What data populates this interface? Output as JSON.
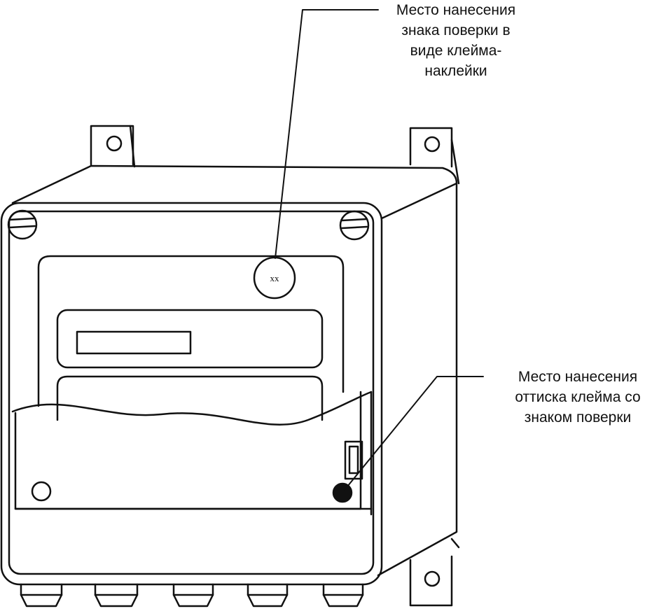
{
  "callouts": {
    "sticker_mark": {
      "lines": [
        "Место нанесения",
        "знака поверки в",
        "виде клейма-",
        "наклейки"
      ]
    },
    "seal_mark": {
      "lines": [
        "Место нанесения",
        "оттиска клейма со",
        "знаком поверки"
      ]
    }
  },
  "device": {
    "sticker_label": "xx"
  },
  "colors": {
    "line": "#111111",
    "background": "#ffffff",
    "seal_fill": "#111111"
  }
}
